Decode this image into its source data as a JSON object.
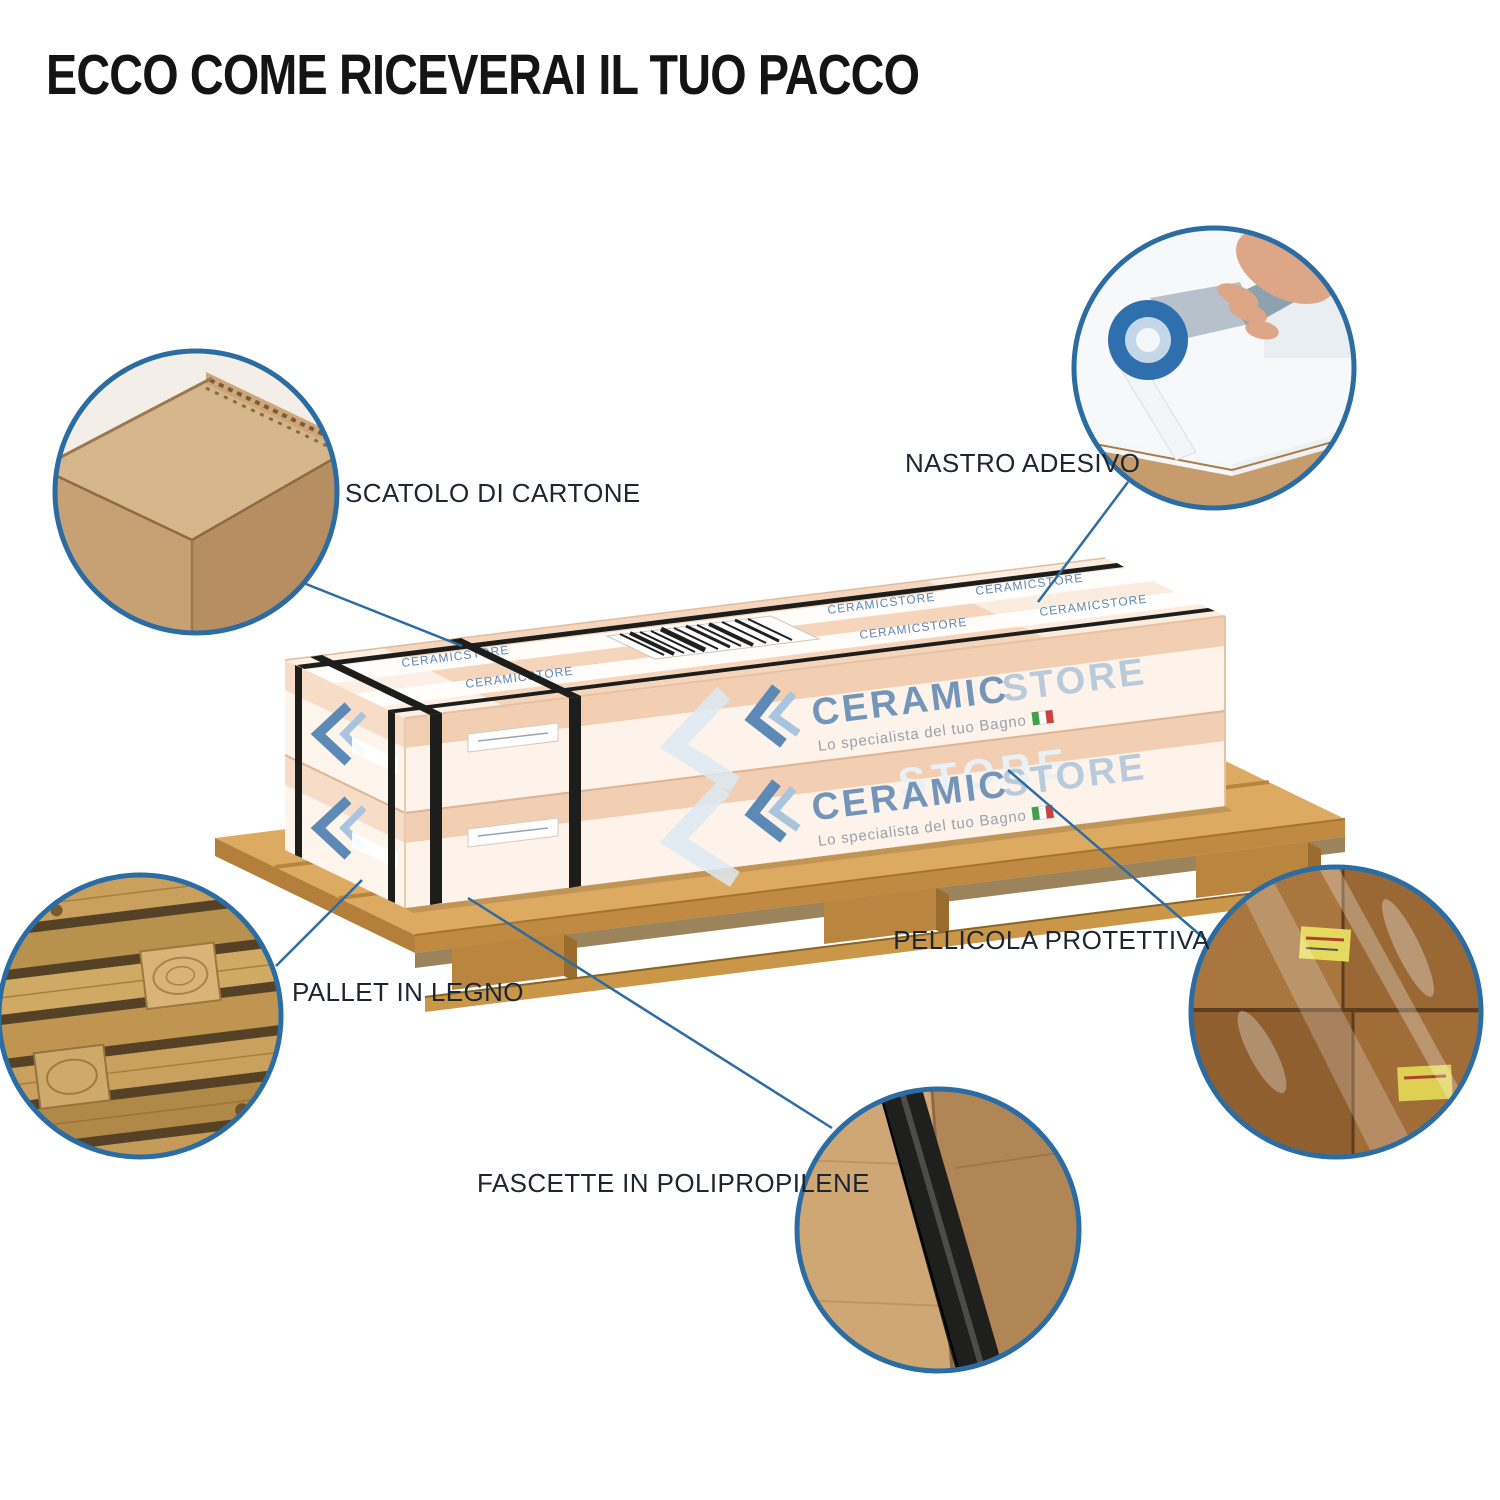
{
  "title": "ECCO COME RICEVERAI IL TUO PACCO",
  "brand": {
    "name": "CERAMIC",
    "suffix": "STORE",
    "tagline": "Lo specialista del tuo Bagno",
    "tape_text": "CERAMICSTORE"
  },
  "callouts": {
    "cardboard": {
      "label": "SCATOLO DI CARTONE"
    },
    "tape": {
      "label": "NASTRO ADESIVO"
    },
    "pallet": {
      "label": "PALLET IN LEGNO"
    },
    "film": {
      "label": "PELLICOLA PROTETTIVA"
    },
    "straps": {
      "label": "FASCETTE IN POLIPROPILENE"
    }
  },
  "colors": {
    "accent_blue": "#2B6CA3",
    "brand_blue": "#7495BA",
    "brand_blue_light": "#B9CADB",
    "cardboard_peach": "#F2CFB3",
    "film_white": "#FDF3EA",
    "pallet_wood": "#DCAA61",
    "strap_black": "#1D1D1B",
    "label_text": "#1C2630"
  }
}
